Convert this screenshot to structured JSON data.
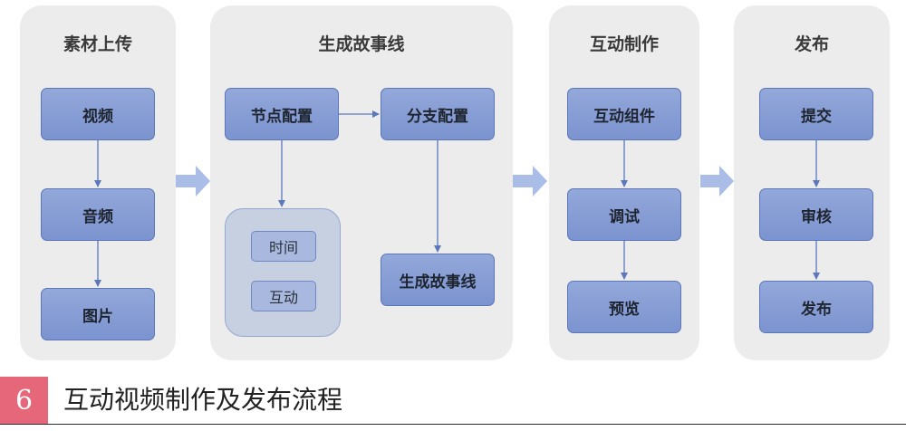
{
  "panels": {
    "upload": {
      "title": "素材上传",
      "items": [
        "视频",
        "音频",
        "图片"
      ]
    },
    "storyline": {
      "title": "生成故事线",
      "node_config": "节点配置",
      "branch_config": "分支配置",
      "node_options": [
        "时间",
        "互动"
      ],
      "generate": "生成故事线"
    },
    "interactive": {
      "title": "互动制作",
      "items": [
        "互动组件",
        "调试",
        "预览"
      ]
    },
    "publish": {
      "title": "发布",
      "items": [
        "提交",
        "审核",
        "发布"
      ]
    }
  },
  "caption": {
    "number": "6",
    "text": "互动视频制作及发布流程"
  },
  "colors": {
    "panel": "#ececec",
    "box": "#8aa0d6",
    "arrow": "#a9bde6",
    "caption_accent": "#e6677a"
  }
}
